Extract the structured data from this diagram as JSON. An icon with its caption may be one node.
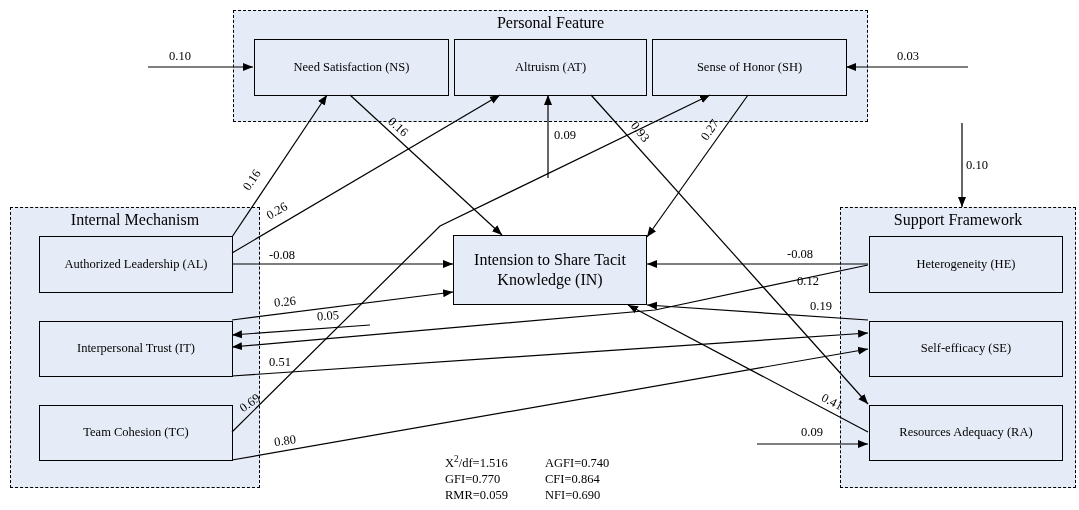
{
  "diagram": {
    "nodes": [
      {
        "text": [
          "Personal Feature"
        ]
      },
      {
        "text": [
          "Need Satisfaction (NS)"
        ],
        "in": 0
      },
      {
        "text": [
          "Altruism (AT)"
        ],
        "in": 0
      },
      {
        "text": [
          "Sense of Honor (SH)"
        ],
        "in": 0
      },
      {
        "text": [
          "Internal Mechanism"
        ]
      },
      {
        "text": [
          "Authorized Leadership (AL)"
        ],
        "in": 4
      },
      {
        "text": [
          "Interpersonal Trust (IT)"
        ],
        "in": 4
      },
      {
        "text": [
          "Team Cohesion (TC)"
        ],
        "in": 4
      },
      {
        "text": [
          "Intension to Share Tacit Knowledge (IN)"
        ]
      },
      {
        "text": [
          "Support Framework"
        ]
      },
      {
        "text": [
          "Heterogeneity (HE)"
        ],
        "in": 9
      },
      {
        "text": [
          "Self-efficacy (SE)"
        ],
        "in": 9
      },
      {
        "text": [
          "Resources Adequacy (RA)"
        ],
        "in": 9
      }
    ],
    "edges": [
      {
        "from": null,
        "to": 1,
        "arrow": "to",
        "label": "0.10"
      },
      {
        "from": null,
        "to": 3,
        "arrow": "to",
        "label": "0.03"
      },
      {
        "from": null,
        "to": 2,
        "arrow": "to",
        "label": "0.09"
      },
      {
        "from": null,
        "to": 9,
        "arrow": "to",
        "label": "0.10"
      },
      {
        "from": 5,
        "to": 1,
        "arrow": "to",
        "label": "0.16"
      },
      {
        "from": 5,
        "to": 2,
        "arrow": "to",
        "label": "0.26"
      },
      {
        "from": 1,
        "to": 8,
        "arrow": "to",
        "label": "0.16"
      },
      {
        "from": 7,
        "to": 3,
        "arrow": "to",
        "label": "0.69"
      },
      {
        "from": 3,
        "to": 8,
        "arrow": "to",
        "label": "0.27"
      },
      {
        "from": 2,
        "to": 12,
        "arrow": "to",
        "label": "0.93"
      },
      {
        "from": 5,
        "to": 8,
        "arrow": "to",
        "label": "-0.08"
      },
      {
        "from": 10,
        "to": 8,
        "arrow": "to",
        "label": "-0.08"
      },
      {
        "from": 6,
        "to": 8,
        "arrow": "to",
        "label": "0.26"
      },
      {
        "from": 10,
        "to": 6,
        "arrow": "to",
        "label": "0.12"
      },
      {
        "from": null,
        "to": 6,
        "arrow": "to",
        "label": "0.05"
      },
      {
        "from": 11,
        "to": 8,
        "arrow": "to",
        "label": "0.19"
      },
      {
        "from": 6,
        "to": 11,
        "arrow": "to",
        "label": "0.51"
      },
      {
        "from": 7,
        "to": 11,
        "arrow": "to",
        "label": "0.80"
      },
      {
        "from": 12,
        "to": 8,
        "arrow": "to",
        "label": "0.41"
      },
      {
        "from": null,
        "to": 12,
        "arrow": "to",
        "label": "0.09"
      }
    ],
    "labels": [
      "X$^{2}$/df=1.516",
      "AGFI=0.740",
      "GFI=0.770",
      "CFI=0.864",
      "RMR=0.059",
      "NFI=0.690"
    ]
  }
}
